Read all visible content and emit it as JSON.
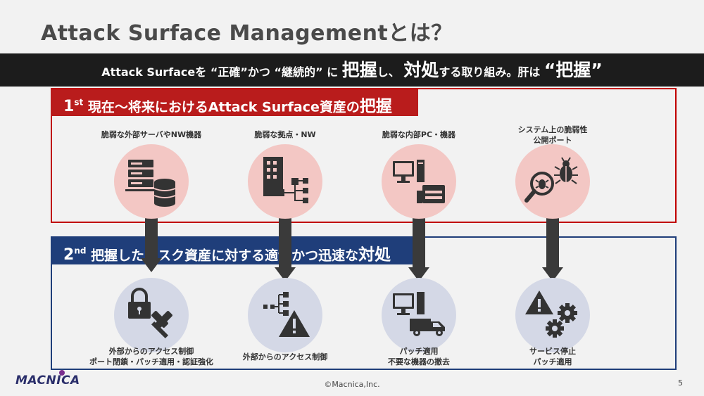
{
  "title": "Attack Surface Managementとは？",
  "banner": {
    "part1": "Attack Surfaceを",
    "q1": "“正確”",
    "part2": "かつ",
    "q2": "“継続的”",
    "part3": "に",
    "grasp": "把握",
    "part4": "し、",
    "respond": "対処",
    "part5": "する取り組み。肝は",
    "key": "“把握”"
  },
  "first": {
    "ordinal": "1",
    "suffix": "st",
    "text": "現在～将来におけるAttack Surface資産の",
    "emph": "把握",
    "items": [
      {
        "label": "脆弱な外部サーバやNW機器",
        "icon": "server-database-icon"
      },
      {
        "label": "脆弱な拠点・NW",
        "icon": "building-network-icon"
      },
      {
        "label": "脆弱な内部PC・機器",
        "icon": "pc-printer-icon"
      },
      {
        "label": "システム上の脆弱性",
        "label2": "公開ポート",
        "icon": "bug-search-icon"
      }
    ]
  },
  "second": {
    "ordinal": "2",
    "suffix": "nd",
    "text": "把握したリスク資産に対する適切かつ迅速な",
    "emph": "対処",
    "items": [
      {
        "label": "外部からのアクセス制御",
        "label2": "ポート閉鎖・パッチ適用・認証強化",
        "icon": "lock-hammer-icon"
      },
      {
        "label": "外部からのアクセス制御",
        "icon": "network-warning-icon"
      },
      {
        "label": "パッチ適用",
        "label2": "不要な機器の撤去",
        "icon": "pc-truck-icon"
      },
      {
        "label": "サービス停止",
        "label2": "パッチ適用",
        "icon": "warning-gears-icon"
      }
    ]
  },
  "footer": {
    "logo": "MACNICA",
    "copyright": "©Macnica,Inc.",
    "page": "5"
  },
  "colors": {
    "red": "#c00000",
    "blue": "#1f3e7a",
    "banner": "#1c1c1c",
    "circle_red": "#f3c7c4",
    "circle_blue": "#d4d8e6"
  }
}
